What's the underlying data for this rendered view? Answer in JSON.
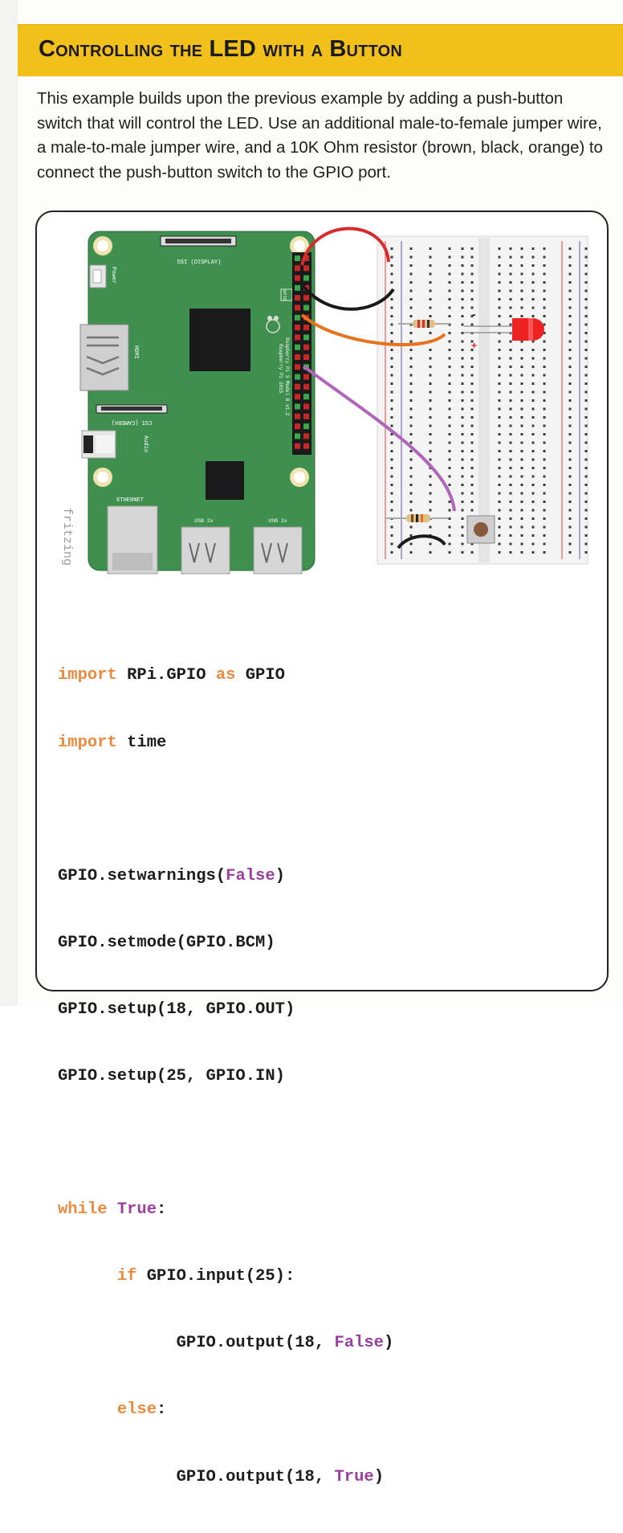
{
  "section": {
    "title": "Controlling the LED with a Button",
    "intro": "This example builds upon the previous example by adding a push-button switch that will control the LED.  Use an additional male-to-female jumper wire, a male-to-male jumper wire, and a 10K Ohm resistor (brown, black, orange) to connect the push-button switch to the GPIO port."
  },
  "diagram": {
    "board_labels": {
      "dsi": "DSI (DISPLAY)",
      "csi": "CSI (CAMERA)",
      "power": "Power",
      "hdmi": "HDMI",
      "audio": "Audio",
      "ethernet": "ETHERNET",
      "usb1": "USB 2x",
      "usb2": "USB 2x",
      "gpio": "GPIO",
      "model1": "Raspberry Pi 3 Model B v1.2",
      "model2": "Raspberry Pi 2015"
    },
    "watermark": "fritzing",
    "led_minus": "-",
    "led_plus": "+",
    "wire_colors": {
      "red": "#d92b2b",
      "black": "#1a1a1a",
      "orange": "#e8731e",
      "purple": "#b066b8"
    },
    "board_color": "#3f8f4f",
    "led_color": "#ee2222"
  },
  "code": {
    "l1": {
      "kw": "import",
      "rest": " RPi.GPIO ",
      "kw2": "as",
      "rest2": " GPIO"
    },
    "l2": {
      "kw": "import",
      "rest": " time"
    },
    "l3": {
      "a": "GPIO.setwarnings(",
      "b": "False",
      "c": ")"
    },
    "l4": "GPIO.setmode(GPIO.BCM)",
    "l5": "GPIO.setup(18, GPIO.OUT)",
    "l6": "GPIO.setup(25, GPIO.IN)",
    "l7": {
      "kw": "while",
      "sp": " ",
      "b": "True",
      "c": ":"
    },
    "l8": {
      "indent": "      ",
      "kw": "if",
      "rest": " GPIO.input(25):"
    },
    "l9": {
      "indent": "            ",
      "a": "GPIO.output(18, ",
      "b": "False",
      "c": ")"
    },
    "l10": {
      "indent": "      ",
      "kw": "else",
      "c": ":"
    },
    "l11": {
      "indent": "            ",
      "a": "GPIO.output(18, ",
      "b": "True",
      "c": ")"
    }
  },
  "colors": {
    "title_bar": "#f2c01a",
    "keyword_orange": "#ee8a3c",
    "keyword_purple": "#9b3fa0"
  }
}
